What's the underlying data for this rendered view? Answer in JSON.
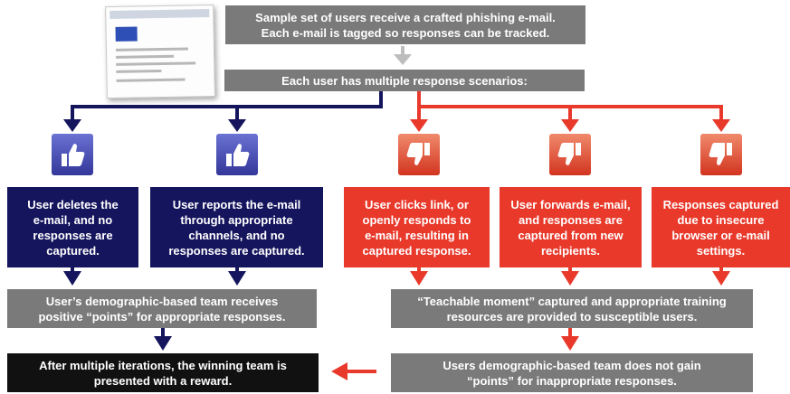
{
  "top_box": "Sample set of users receive a crafted phishing e-mail.\nEach e-mail is tagged so responses can be tracked.",
  "scenarios_box": "Each user has multiple response scenarios:",
  "positive": [
    {
      "text": "User deletes the\ne-mail, and no\nresponses are\ncaptured.",
      "icon": "thumbs-up-icon"
    },
    {
      "text": "User reports the e-mail\nthrough appropriate\nchannels, and no\nresponses are captured.",
      "icon": "thumbs-up-icon"
    }
  ],
  "negative": [
    {
      "text": "User clicks link, or\nopenly responds to\ne-mail, resulting in\ncaptured response.",
      "icon": "thumbs-down-icon"
    },
    {
      "text": "User forwards e-mail,\nand responses are\ncaptured from new\nrecipients.",
      "icon": "thumbs-down-icon"
    },
    {
      "text": "Responses captured\ndue to insecure\nbrowser or e-mail\nsettings.",
      "icon": "thumbs-down-icon"
    }
  ],
  "positive_points_box": "User’s demographic-based team receives\npositive “points” for appropriate responses.",
  "teachable_box": "“Teachable moment” captured and appropriate training\nresources are provided to susceptible users.",
  "reward_box": "After multiple iterations, the winning team is\npresented with a reward.",
  "no_points_box": "Users demographic-based team does not gain\n“points” for inappropriate responses.",
  "colors": {
    "navy": "#15155e",
    "red": "#e8392b",
    "gray": "#7a7a7a",
    "black": "#111111",
    "arrow_gray": "#bdbdbd"
  }
}
